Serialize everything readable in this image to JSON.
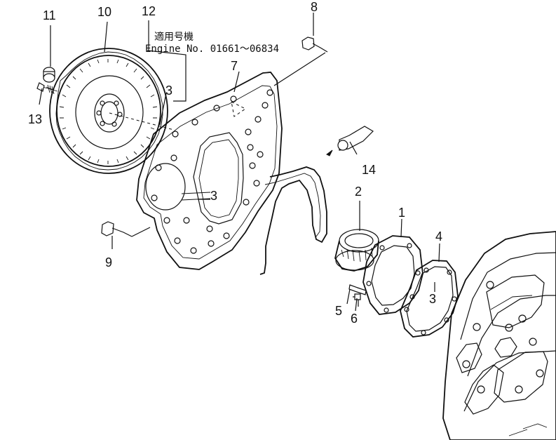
{
  "note": {
    "line1": "適用号機",
    "line2": "Engine No. 01661～06834"
  },
  "callouts": {
    "c1": "1",
    "c2": "2",
    "c3a": "3",
    "c3b": "3",
    "c3c": "3",
    "c4": "4",
    "c5": "5",
    "c6": "6",
    "c7": "7",
    "c8": "8",
    "c9": "9",
    "c10": "10",
    "c11": "11",
    "c12": "12",
    "c13": "13",
    "c14": "14"
  }
}
